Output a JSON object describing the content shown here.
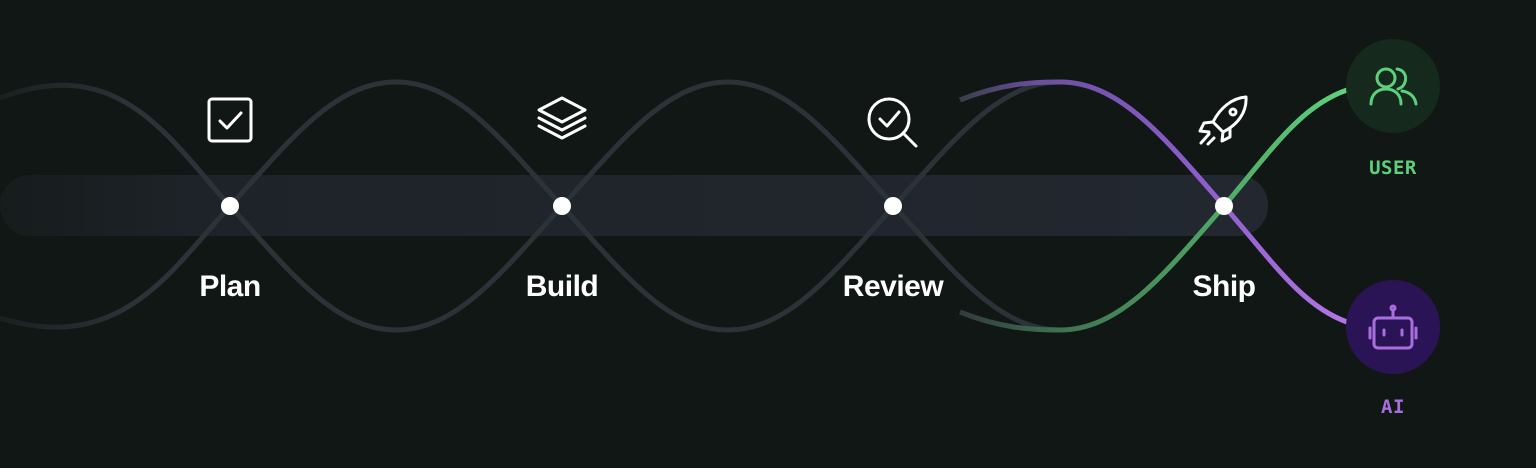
{
  "stages": [
    {
      "label": "Plan",
      "icon": "checkbox-icon"
    },
    {
      "label": "Build",
      "icon": "layers-icon"
    },
    {
      "label": "Review",
      "icon": "magnifier-check-icon"
    },
    {
      "label": "Ship",
      "icon": "rocket-icon"
    }
  ],
  "roles": {
    "user": {
      "label": "USER",
      "icon": "users-icon",
      "color": "#5ecf7a"
    },
    "ai": {
      "label": "AI",
      "icon": "robot-icon",
      "color": "#a86ee0"
    }
  },
  "colors": {
    "background": "#111714",
    "track": "#1f242b",
    "strand": "#2b3238",
    "node": "#ffffff",
    "icon": "#ffffff"
  }
}
